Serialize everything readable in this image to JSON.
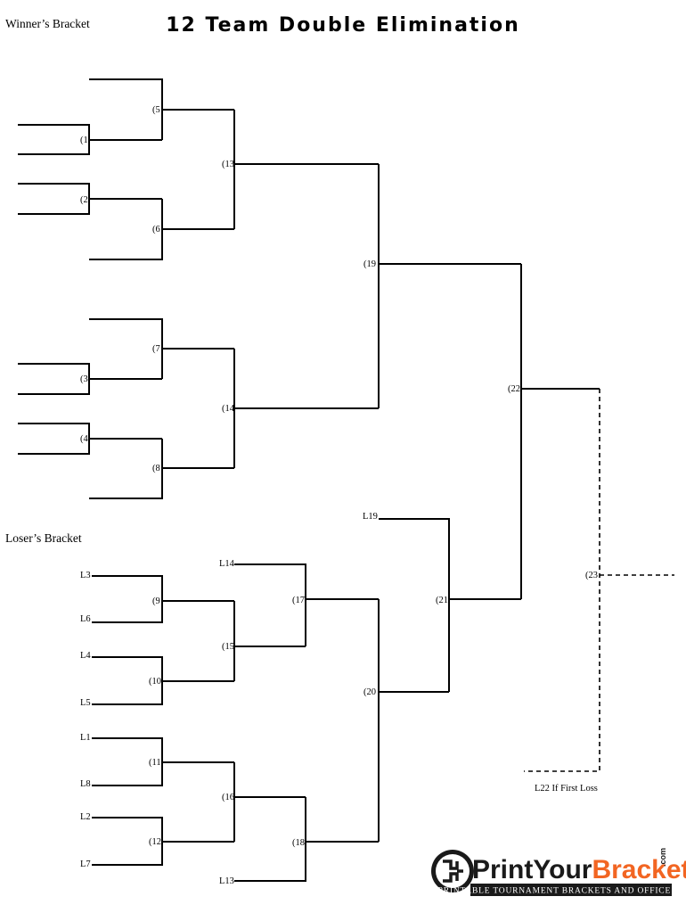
{
  "title": "12 Team Double Elimination",
  "winners_label": "Winner’s Bracket",
  "losers_label": "Loser’s Bracket",
  "games": {
    "g1": "(1",
    "g2": "(2",
    "g3": "(3",
    "g4": "(4",
    "g5": "(5",
    "g6": "(6",
    "g7": "(7",
    "g8": "(8",
    "g9": "(9",
    "g10": "(10",
    "g11": "(11",
    "g12": "(12",
    "g13": "(13",
    "g14": "(14",
    "g15": "(15",
    "g16": "(16",
    "g17": "(17",
    "g18": "(18",
    "g19": "(19",
    "g20": "(20",
    "g21": "(21",
    "g22": "(22",
    "g23": "(23"
  },
  "loser_slots": {
    "l3": "L3",
    "l6": "L6",
    "l4": "L4",
    "l5": "L5",
    "l1": "L1",
    "l8": "L8",
    "l2": "L2",
    "l7": "L7",
    "l14": "L14",
    "l13": "L13",
    "l19": "L19"
  },
  "if_first_loss": "L22 If First Loss",
  "logo": {
    "brand_part1": "PrintYour",
    "brand_part2": "Brackets",
    "brand_tld": ".com",
    "tagline": "PRINTABLE TOURNAMENT BRACKETS AND OFFICE POOLS",
    "colors": {
      "dark": "#1a1a1a",
      "orange": "#f26522"
    }
  }
}
